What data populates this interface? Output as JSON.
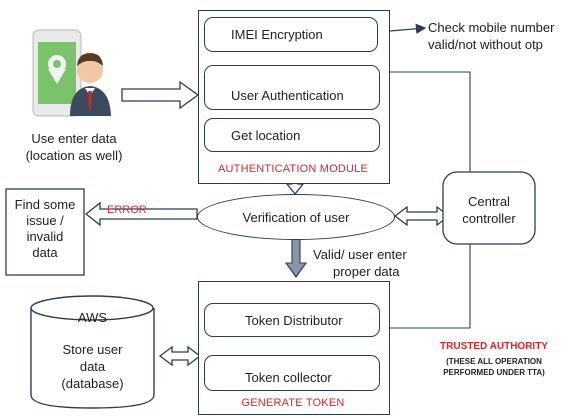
{
  "user": {
    "caption_line1": "Use enter data",
    "caption_line2": "(location as well)"
  },
  "auth_module": {
    "caption": "AUTHENTICATION MODULE",
    "imei": "IMEI Encryption",
    "user_auth": "User Authentication",
    "get_location": "Get location"
  },
  "check_note": {
    "line1": "Check mobile number",
    "line2": "valid/not without otp"
  },
  "verification": {
    "label": "Verification of user"
  },
  "error": {
    "label": "ERROR",
    "box_line1": "Find some",
    "box_line2": "issue /",
    "box_line3": "invalid",
    "box_line4": "data"
  },
  "central": {
    "line1": "Central",
    "line2": "controller"
  },
  "valid_note": {
    "line1": "Valid/ user enter",
    "line2": "proper data"
  },
  "aws": {
    "title": "AWS",
    "line1": "Store user",
    "line2": "data",
    "line3": "(database)"
  },
  "token_module": {
    "caption": "GENERATE TOKEN",
    "distributor": "Token Distributor",
    "collector": "Token collector"
  },
  "trusted": {
    "title": "TRUSTED AUTHORITY",
    "note_line1": "(THESE ALL OPERATION",
    "note_line2": "PERFORMED UNDER TTA)"
  },
  "colors": {
    "box_border": "#2b3d55",
    "accent_red": "#d8262b",
    "arrow": "#2b3d55"
  }
}
